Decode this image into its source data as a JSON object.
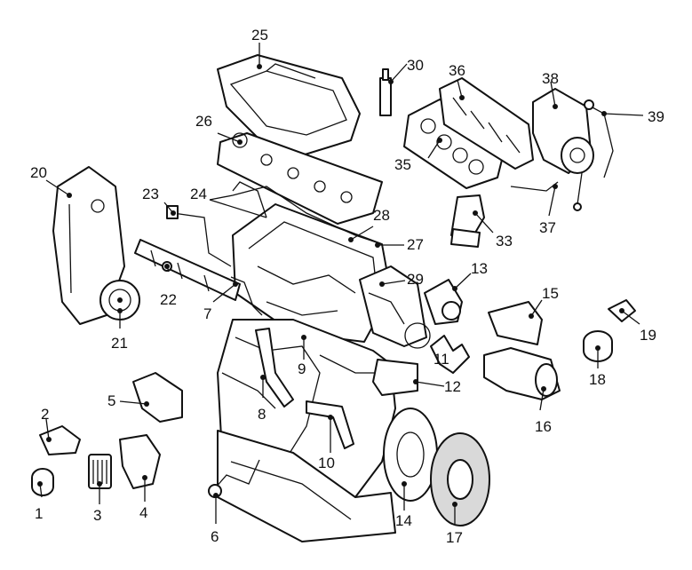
{
  "colors": {
    "line": "#111111",
    "paper": "#ffffff",
    "shade": "#d9d9d9"
  },
  "callouts": [
    "1",
    "2",
    "3",
    "4",
    "5",
    "6",
    "7",
    "8",
    "9",
    "10",
    "11",
    "12",
    "13",
    "14",
    "15",
    "16",
    "17",
    "18",
    "19",
    "20",
    "21",
    "22",
    "23",
    "24",
    "25",
    "26",
    "27",
    "28",
    "29",
    "30",
    "33",
    "35",
    "36",
    "37",
    "38",
    "39"
  ]
}
